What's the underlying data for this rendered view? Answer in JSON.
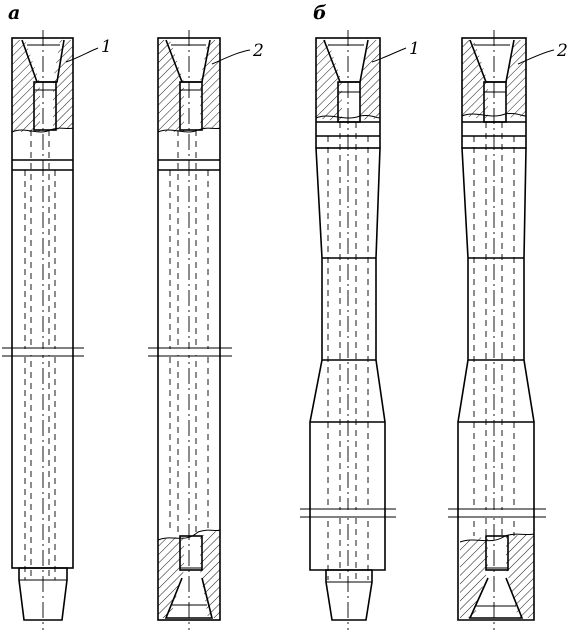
{
  "labels": {
    "group_a": "а",
    "group_b": "б",
    "callout_1": "1",
    "callout_2": "2"
  }
}
